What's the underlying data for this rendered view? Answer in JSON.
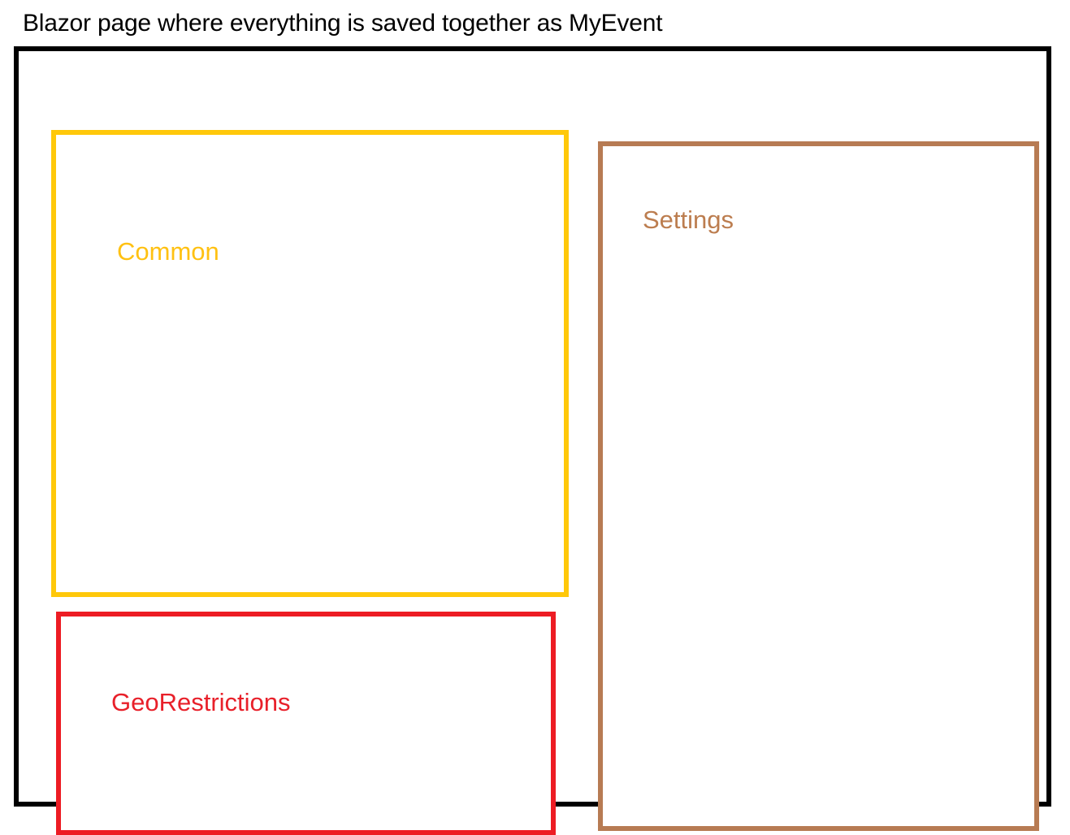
{
  "caption": "Blazor page where everything is saved together as MyEvent",
  "page": {
    "frame_color": "#000000",
    "background": "#ffffff"
  },
  "regions": [
    {
      "id": "common",
      "label": "Common",
      "border_color": "#FFC80A",
      "label_color": "#FFC112"
    },
    {
      "id": "georestrictions",
      "label": "GeoRestrictions",
      "border_color": "#ED1C24",
      "label_color": "#E8202A"
    },
    {
      "id": "settings",
      "label": "Settings",
      "border_color": "#B77B53",
      "label_color": "#BC7D4F"
    }
  ]
}
